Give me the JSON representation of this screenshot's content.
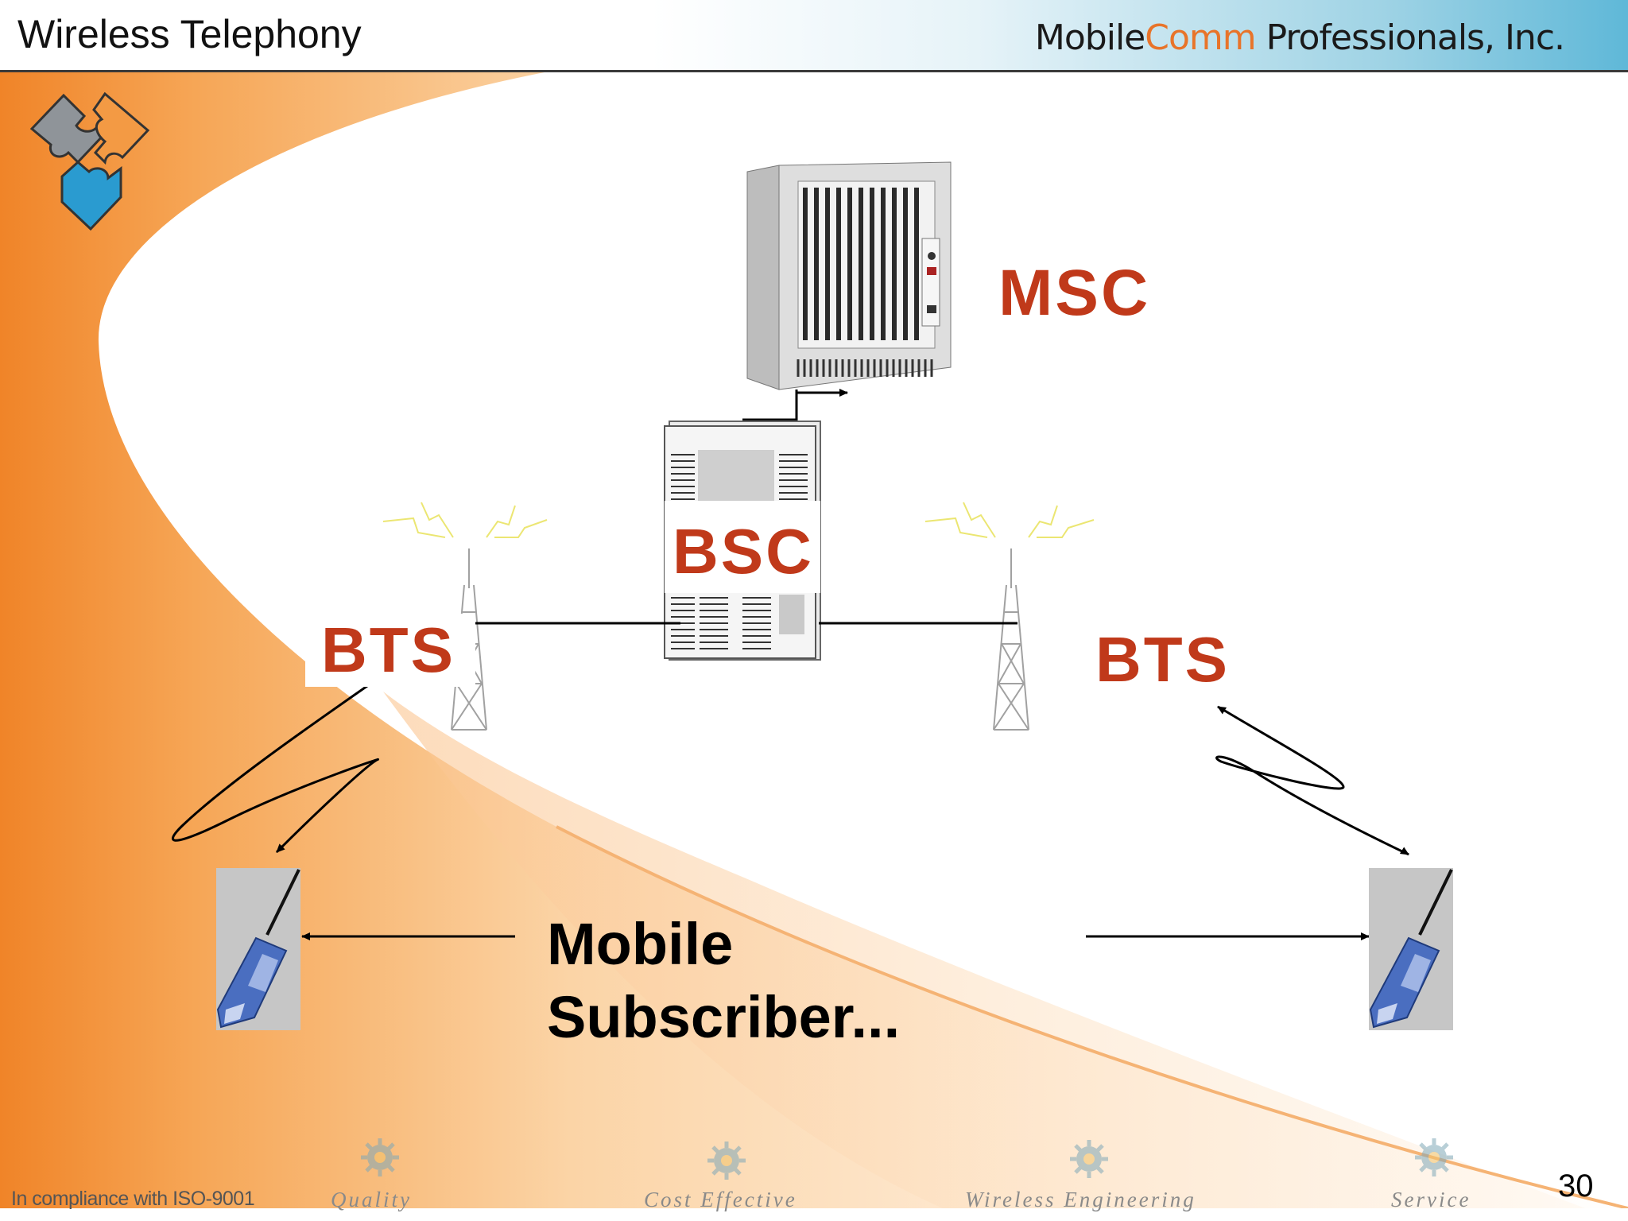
{
  "header": {
    "title": "Wireless Telephony",
    "brand_mobile": "Mobile",
    "brand_comm": "Comm",
    "brand_rest": " Professionals, Inc."
  },
  "diagram": {
    "msc_label": "MSC",
    "bsc_label": "BSC",
    "bts_left_label": "BTS",
    "bts_right_label": "BTS",
    "mobile_line1": "Mobile",
    "mobile_line2": "Subscriber..."
  },
  "footer": {
    "compliance": "In compliance with ISO-9001",
    "items": [
      "Quality",
      "Cost Effective",
      "Wireless Engineering",
      "Service"
    ],
    "page_number": "30"
  },
  "colors": {
    "accent_orange": "#f08a2e",
    "label_red": "#c0391a",
    "header_blue": "#5fb8d8",
    "logo_blue": "#2a9bd0",
    "logo_gray": "#8f9499"
  },
  "icons": [
    "puzzle-logo-icon",
    "msc-switch-icon",
    "bsc-controller-icon",
    "bts-tower-icon",
    "mobile-phone-icon",
    "sun-icon"
  ]
}
